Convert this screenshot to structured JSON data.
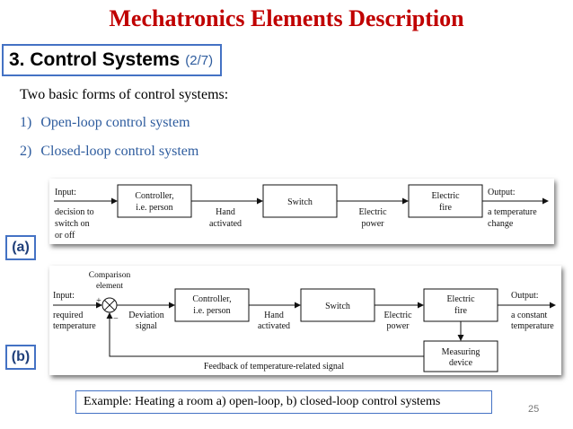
{
  "title": "Mechatronics Elements Description",
  "section": {
    "main": "3. Control Systems",
    "sub": "(2/7)"
  },
  "intro": "Two basic forms of control systems:",
  "list": [
    {
      "num": "1)",
      "text": "Open-loop control system"
    },
    {
      "num": "2)",
      "text": "Closed-loop control system"
    }
  ],
  "diagram_a": {
    "tag": "(a)",
    "input_label": "Input:",
    "input_desc": [
      "decision to",
      "switch on",
      "or off"
    ],
    "controller": [
      "Controller,",
      "i.e. person"
    ],
    "hand": [
      "Hand",
      "activated"
    ],
    "switch": "Switch",
    "electric_power": [
      "Electric",
      "power"
    ],
    "fire": [
      "Electric",
      "fire"
    ],
    "output_label": "Output:",
    "output_desc": [
      "a temperature",
      "change"
    ]
  },
  "diagram_b": {
    "tag": "(b)",
    "comparison": [
      "Comparison",
      "element"
    ],
    "plus": "+",
    "minus": "−",
    "input_label": "Input:",
    "input_desc": [
      "required",
      "temperature"
    ],
    "deviation": [
      "Deviation",
      "signal"
    ],
    "controller": [
      "Controller,",
      "i.e. person"
    ],
    "hand": [
      "Hand",
      "activated"
    ],
    "switch": "Switch",
    "electric_power": [
      "Electric",
      "power"
    ],
    "fire": [
      "Electric",
      "fire"
    ],
    "output_label": "Output:",
    "output_desc": [
      "a constant",
      "temperature"
    ],
    "measuring": [
      "Measuring",
      "device"
    ],
    "feedback": "Feedback of temperature-related signal"
  },
  "caption": "Example: Heating a room a) open-loop,  b) closed-loop control systems",
  "page_number": "25",
  "colors": {
    "title": "#c00000",
    "accent_border": "#4472c4",
    "list_text": "#2e5c9e"
  }
}
